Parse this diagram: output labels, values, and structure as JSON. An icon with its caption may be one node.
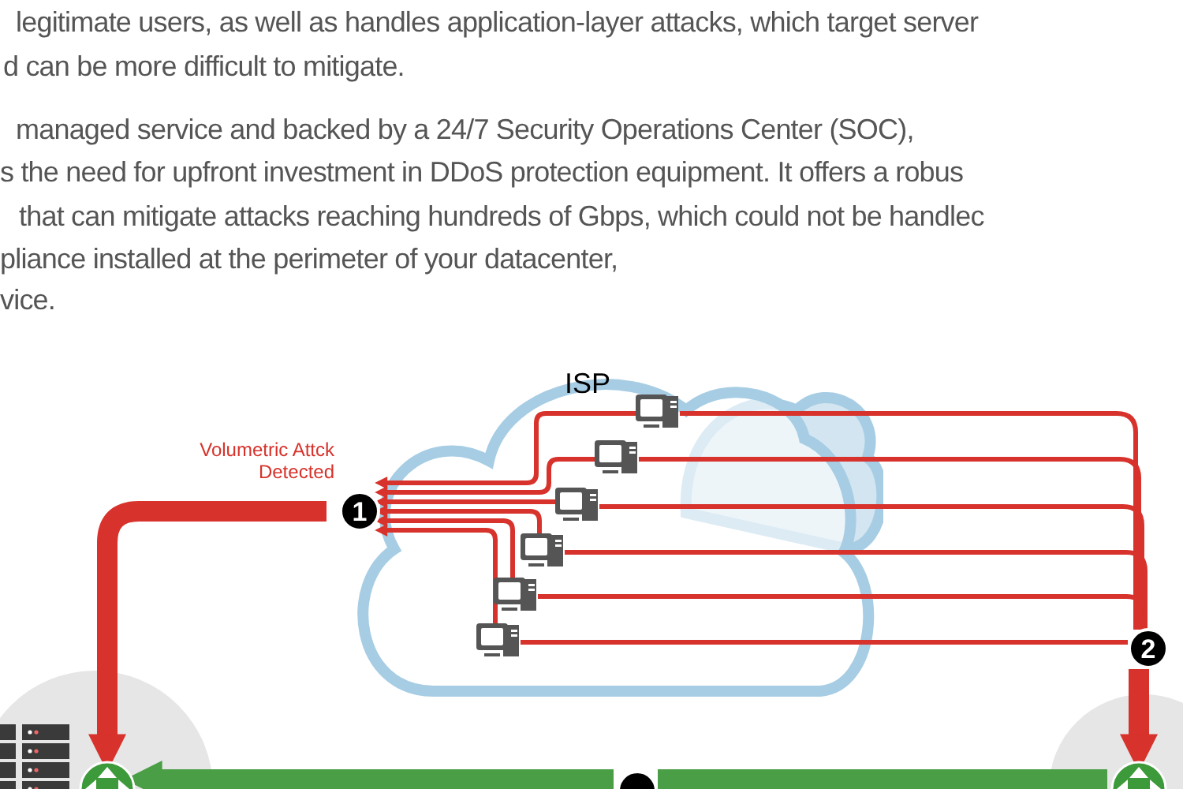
{
  "diagram": {
    "nodes": [
      {
        "text": [
          "ISP"
        ]
      },
      {
        "text": [],
        "shape": "picture",
        "in": 0
      },
      {
        "text": [],
        "shape": "picture",
        "in": 0
      },
      {
        "text": [],
        "shape": "picture",
        "in": 0
      },
      {
        "text": [],
        "shape": "picture",
        "in": 0
      },
      {
        "text": [],
        "shape": "picture",
        "in": 0
      },
      {
        "text": [],
        "shape": "picture",
        "in": 0
      },
      {
        "text": [
          "1"
        ],
        "beside": [
          "Volumetric Attck Detected"
        ]
      },
      {
        "text": [
          "2"
        ]
      },
      {
        "text": [],
        "shape": "circle"
      },
      {
        "text": [],
        "shape": "circle"
      },
      {
        "text": [],
        "shape": "picture",
        "in": 10
      },
      {
        "text": [],
        "shape": "picture",
        "in": 10
      },
      {
        "text": [],
        "shape": "circle"
      },
      {
        "text": [],
        "shape": "picture",
        "in": 13
      }
    ],
    "edges": [
      {
        "from": 1,
        "to": 7,
        "arrow": "to"
      },
      {
        "from": 2,
        "to": 7,
        "arrow": "to"
      },
      {
        "from": 3,
        "to": 7,
        "arrow": "to"
      },
      {
        "from": 4,
        "to": 7,
        "arrow": "to"
      },
      {
        "from": 5,
        "to": 7,
        "arrow": "to"
      },
      {
        "from": 6,
        "to": 7,
        "arrow": "to"
      },
      {
        "from": 1,
        "to": 8,
        "arrow": "none"
      },
      {
        "from": 2,
        "to": 8,
        "arrow": "none"
      },
      {
        "from": 3,
        "to": 8,
        "arrow": "none"
      },
      {
        "from": 4,
        "to": 8,
        "arrow": "none"
      },
      {
        "from": 5,
        "to": 8,
        "arrow": "none"
      },
      {
        "from": 6,
        "to": 8,
        "arrow": "none"
      },
      {
        "from": 7,
        "to": 12,
        "arrow": "to",
        "style": "thick"
      },
      {
        "from": 8,
        "to": 14,
        "arrow": "to",
        "style": "thick"
      },
      {
        "from": 14,
        "to": 9,
        "arrow": "none",
        "style": "thick",
        "color": "#4a9e45"
      },
      {
        "from": 9,
        "to": 12,
        "arrow": "to",
        "style": "thick",
        "color": "#4a9e45"
      }
    ],
    "labels": [
      "legitimate users, as well as handles application-layer attacks, which target server",
      "d can be more difficult to mitigate.",
      "managed service and backed by a 24/7 Security Operations Center (SOC),",
      "s the need for upfront investment in DDoS protection equipment. It offers a robus",
      "that can mitigate attacks reaching hundreds of Gbps, which could not be handlec",
      "pliance installed at the perimeter of your datacenter,",
      "vice."
    ]
  }
}
